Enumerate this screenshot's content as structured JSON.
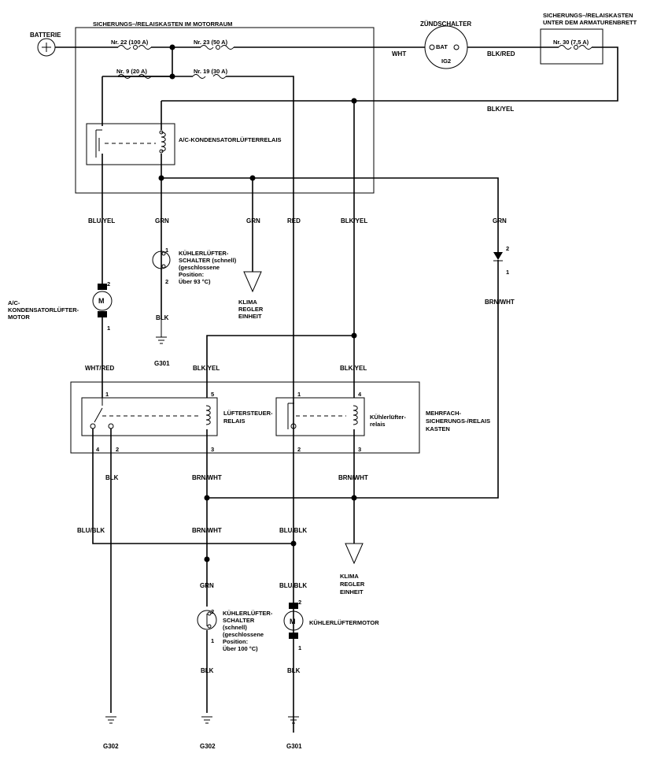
{
  "components": {
    "battery": "BATTERIE",
    "engine_box": "SICHERUNGS–/RELAISKASTEN IM MOTORRAUM",
    "ignition_switch": "ZÜNDSCHALTER",
    "ign_bat": "BAT",
    "ign_ig2": "IG2",
    "dash_box_line1": "SICHERUNGS–/RELAISKASTEN",
    "dash_box_line2": "UNTER DEM ARMATURENBRETT",
    "fuse_22_100": "Nr. 22 (100 A)",
    "fuse_23_50": "Nr. 23 (50 A)",
    "fuse_9_20": "Nr. 9 (20 A)",
    "fuse_19_30": "Nr. 19 (30 A)",
    "fuse_30_7_5": "Nr. 30 (7,5 A)",
    "ac_relay": "A/C-KONDENSATORLÜFTERRELAIS",
    "ac_motor_line1": "A/C-",
    "ac_motor_line2": "KONDENSATORLÜFTER-",
    "ac_motor_line3": "MOTOR",
    "fan_sw_fast_1": "KÜHLERLÜFTER-",
    "fan_sw_fast_2": "SCHALTER (schnell)",
    "fan_sw_fast_3": "(geschlossene",
    "fan_sw_fast_4": "Position:",
    "fan_sw_fast_5": "Über 93 °C)",
    "climate_1": "KLIMA",
    "climate_2": "REGLER",
    "climate_3": "EINHEIT",
    "fan_ctrl_relay_1": "LÜFTERSTEUER-",
    "fan_ctrl_relay_2": "RELAIS",
    "rad_fan_relay_1": "KÜhlerlüfter-",
    "rad_fan_relay_2": "relais",
    "multi_box_1": "MEHRFACH-",
    "multi_box_2": "SICHERUNGS-/RELAIS",
    "multi_box_3": "KASTEN",
    "fan_sw_2_1": "KÜHLERLÜFTER-",
    "fan_sw_2_2": "SCHALTER",
    "fan_sw_2_3": "(schnell)",
    "fan_sw_2_4": "(geschlossene",
    "fan_sw_2_5": "Position:",
    "fan_sw_2_6": "Über 100 °C)",
    "rad_fan_motor": "KÜHLERLÜFTERMOTOR",
    "motor_symbol": "M"
  },
  "wires": {
    "wht": "WHT",
    "blk_red": "BLK/RED",
    "blk_yel_top": "BLK/YEL",
    "blu_yel": "BLU/YEL",
    "grn_a": "GRN",
    "grn_b": "GRN",
    "red": "RED",
    "blk_yel_mid": "BLK/YEL",
    "grn_c": "GRN",
    "brn_wht_right": "BRN/WHT",
    "blk_a": "BLK",
    "wht_red": "WHT/RED",
    "blk_yel_l": "BLK/YEL",
    "blk_yel_r": "BLK/YEL",
    "blk_b": "BLK",
    "brn_wht_1": "BRN/WHT",
    "brn_wht_2": "BRN/WHT",
    "blu_blk_1": "BLU/BLK",
    "brn_wht_3": "BRN/WHT",
    "blu_blk_2": "BLU/BLK",
    "grn_d": "GRN",
    "blu_blk_3": "BLU/BLK",
    "blk_c": "BLK",
    "blk_d": "BLK"
  },
  "pins": {
    "p1": "1",
    "p2": "2",
    "p3": "3",
    "p4": "4",
    "p5": "5"
  },
  "grounds": {
    "g301_a": "G301",
    "g302_a": "G302",
    "g302_b": "G302",
    "g301_b": "G301"
  }
}
